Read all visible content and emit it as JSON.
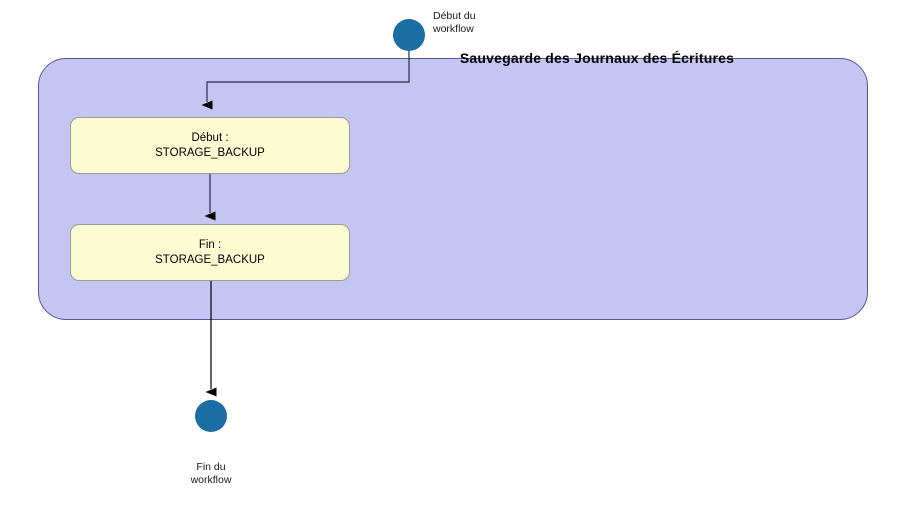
{
  "diagram": {
    "type": "workflow-activity-diagram",
    "language": "fr",
    "colors": {
      "lane_fill": "#c5c5f2",
      "lane_border": "#55559a",
      "node_fill": "#fcfcd2",
      "node_border": "#9a9a9a",
      "terminal_fill": "#1b6ea4",
      "connector": "#000000",
      "background": "#ffffff"
    },
    "start_terminal": {
      "name": "start-node",
      "caption_line1": "Début du",
      "caption_line2": "workflow"
    },
    "end_terminal": {
      "name": "end-node",
      "caption_line1": "Fin du",
      "caption_line2": "workflow"
    },
    "lane": {
      "title": "Sauvegarde des Journaux des Écritures"
    },
    "nodes": [
      {
        "id": "storage-backup-start",
        "line1": "Début :",
        "line2": "STORAGE_BACKUP"
      },
      {
        "id": "storage-backup-end",
        "line1": "Fin :",
        "line2": "STORAGE_BACKUP"
      }
    ]
  }
}
